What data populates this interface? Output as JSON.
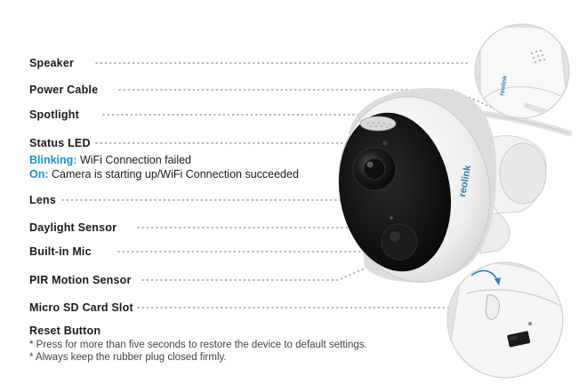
{
  "labels": {
    "speaker": "Speaker",
    "power_cable": "Power Cable",
    "spotlight": "Spotlight",
    "status_led": "Status LED",
    "lens": "Lens",
    "daylight_sensor": "Daylight Sensor",
    "built_in_mic": "Built-in Mic",
    "pir_motion_sensor": "PIR Motion Sensor",
    "micro_sd_card_slot": "Micro SD Card Slot",
    "reset_button": "Reset Button"
  },
  "status_led": {
    "blinking_key": "Blinking:",
    "blinking_text": " WiFi Connection failed",
    "on_key": "On:",
    "on_text": " Camera is starting up/WiFi Connection succeeded"
  },
  "reset_notes": [
    "* Press for more than five seconds to restore the device to default settings.",
    "* Always keep the rubber plug closed firmly."
  ],
  "brand_text": "reolink",
  "colors": {
    "accent": "#1a8fd0",
    "brand": "#2b7fb6",
    "leader": "#9a9a9a",
    "lens_black": "#0d0d0d",
    "body_white": "#f4f4f4"
  }
}
